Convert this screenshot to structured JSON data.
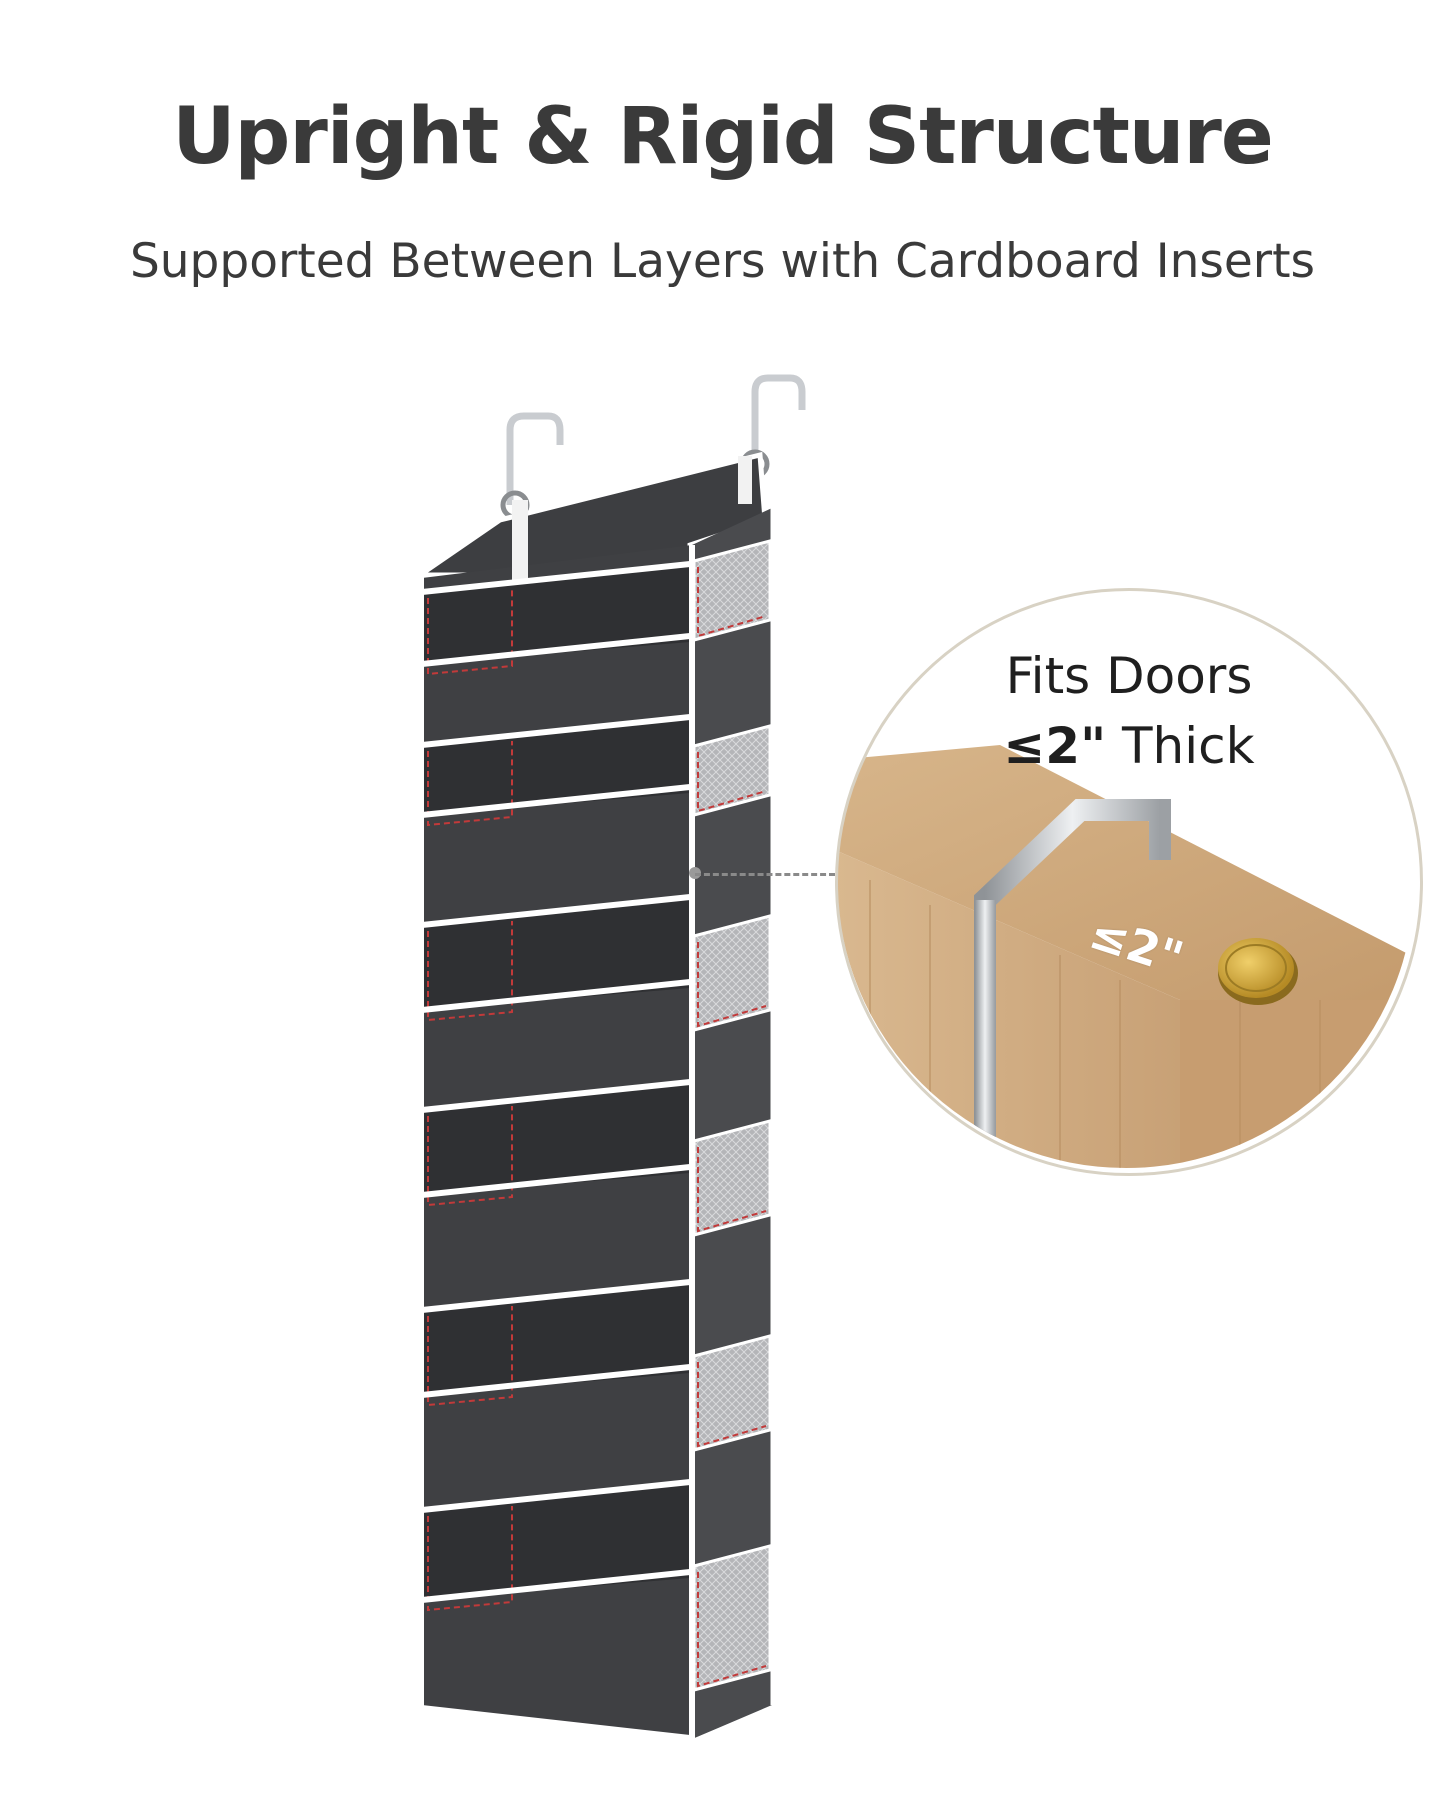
{
  "heading": {
    "title": "Upright & Rigid Structure",
    "subtitle": "Supported Between Layers with Cardboard Inserts"
  },
  "callout": {
    "line1": "Fits Doors",
    "line2_bold": "≤2\"",
    "line2_rest": " Thick",
    "dimension_label": "≤2\""
  },
  "colors": {
    "text": "#3a3a3a",
    "fabric": "#444548",
    "fabric_dark": "#2f3033",
    "trim": "#ffffff",
    "mesh": "#b9babd",
    "insert_outline": "#c23a3a",
    "wood": "#caa57a",
    "hook": "#c9ccd0",
    "coin": "#c9a23a"
  },
  "icons": {
    "hook": "door-hook-icon",
    "coin": "coin-icon"
  }
}
